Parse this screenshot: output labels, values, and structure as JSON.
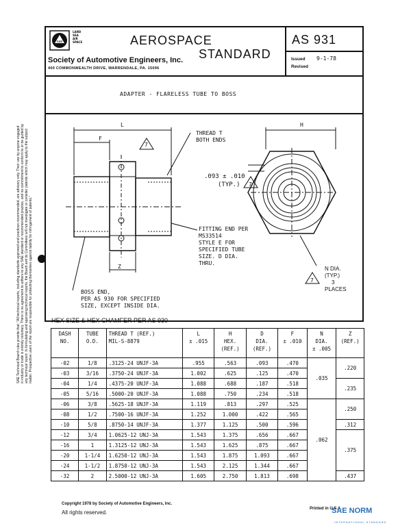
{
  "header": {
    "logo_words": [
      "LAND",
      "SEA",
      "AIR",
      "SPACE"
    ],
    "org_name": "Society of Automotive Engineers, Inc.",
    "address": "400 COMMONWEALTH DRIVE, WARRENDALE, PA. 15096",
    "title_line1": "AEROSPACE",
    "title_line2": "STANDARD",
    "standard_no": "AS 931",
    "issued_label": "Issued",
    "issued_value": "9-1-78",
    "revised_label": "Revised"
  },
  "doc_title": "ADAPTER - FLARELESS TUBE TO BOSS",
  "side_text": "SAE Technical Board rules provide that: \"All technical reports, including standards approved and practices recommended, are advisory only. Their use by anyone engaged in industry or trade is entirely voluntary. There is no agreement to adhere to any SAE standard or recommended practice, and no commitment to conform to or be guided by any technical report. In formulating and approving technical reports, the Board and its Committees will not investigate or consider patents which may apply to the subject matter. Prospective users of the report are responsible for protecting themselves against liability for infringement of patents.\"",
  "drawing": {
    "dim_L": "L",
    "dim_F": "F",
    "dim_Z": "Z",
    "dim_H": "H",
    "flag_7": "7",
    "note_thread": [
      "THREAD T",
      "BOTH ENDS"
    ],
    "note_093": [
      ".093 ± .010",
      "(TYP.)"
    ],
    "note_fitting": [
      "FITTING END PER",
      "MS33514",
      "STYLE E FOR",
      "SPECIFIED TUBE",
      "SIZE.  D DIA.",
      "THRU."
    ],
    "note_ndia": [
      "N DIA.",
      "(TYP.)",
      "3",
      "PLACES"
    ],
    "note_boss": [
      "BOSS END,",
      "PER AS 930 FOR SPECIFIED",
      "SIZE, EXCEPT INSIDE DIA."
    ]
  },
  "hex_caption": "HEX SIZE & HEX CHAMFER PER AS 930",
  "table": {
    "headers": {
      "dash": [
        "DASH",
        "NO."
      ],
      "tube": [
        "TUBE",
        "O.D."
      ],
      "thread": [
        "THREAD T (REF.)",
        "MIL-S-8879"
      ],
      "L": [
        "L",
        "± .015"
      ],
      "H": [
        "H",
        "HEX.",
        "(REF.)"
      ],
      "D": [
        "D",
        "DIA.",
        "(REF.)"
      ],
      "F": [
        "F",
        "± .010"
      ],
      "N": [
        "N",
        "DIA.",
        "± .005"
      ],
      "Z": [
        "Z",
        "(REF.)"
      ]
    },
    "rows": [
      [
        "-02",
        "1/8",
        ".3125-24 UNJF-3A",
        ".955",
        ".563",
        ".093",
        ".470"
      ],
      [
        "-03",
        "3/16",
        ".3750-24 UNJF-3A",
        "1.002",
        ".625",
        ".125",
        ".470"
      ],
      [
        "-04",
        "1/4",
        ".4375-20 UNJF-3A",
        "1.088",
        ".688",
        ".187",
        ".518"
      ],
      [
        "-05",
        "5/16",
        ".5000-20 UNJF-3A",
        "1.088",
        ".750",
        ".234",
        ".518"
      ],
      [
        "-06",
        "3/8",
        ".5625-18 UNJF-3A",
        "1.119",
        ".813",
        ".297",
        ".525"
      ],
      [
        "-08",
        "1/2",
        ".7500-16 UNJF-3A",
        "1.252",
        "1.000",
        ".422",
        ".565"
      ],
      [
        "-10",
        "5/8",
        ".8750-14 UNJF-3A",
        "1.377",
        "1.125",
        ".500",
        ".596"
      ],
      [
        "-12",
        "3/4",
        "1.0625-12 UNJ-3A",
        "1.543",
        "1.375",
        ".656",
        ".667"
      ],
      [
        "-16",
        "1",
        "1.3125-12 UNJ-3A",
        "1.543",
        "1.625",
        ".875",
        ".667"
      ],
      [
        "-20",
        "1-1/4",
        "1.6250-12 UNJ-3A",
        "1.543",
        "1.875",
        "1.093",
        ".667"
      ],
      [
        "-24",
        "1-1/2",
        "1.8750-12 UNJ-3A",
        "1.543",
        "2.125",
        "1.344",
        ".667"
      ],
      [
        "-32",
        "2",
        "2.5000-12 UNJ-3A",
        "1.605",
        "2.750",
        "1.813",
        ".698"
      ]
    ],
    "n_values": [
      ".035",
      ".062"
    ],
    "z_values": [
      ".220",
      ".235",
      ".250",
      ".312",
      ".375",
      ".437"
    ]
  },
  "footer": {
    "copyright": "Copyright   1978  by Society of Automotive Engineers, Inc.",
    "rights": "All rights reserved.",
    "printed": "Printed in U.S.A.",
    "brand": "SAE NORM",
    "brand_sub": "INTERNATIONAL STANDARD"
  }
}
